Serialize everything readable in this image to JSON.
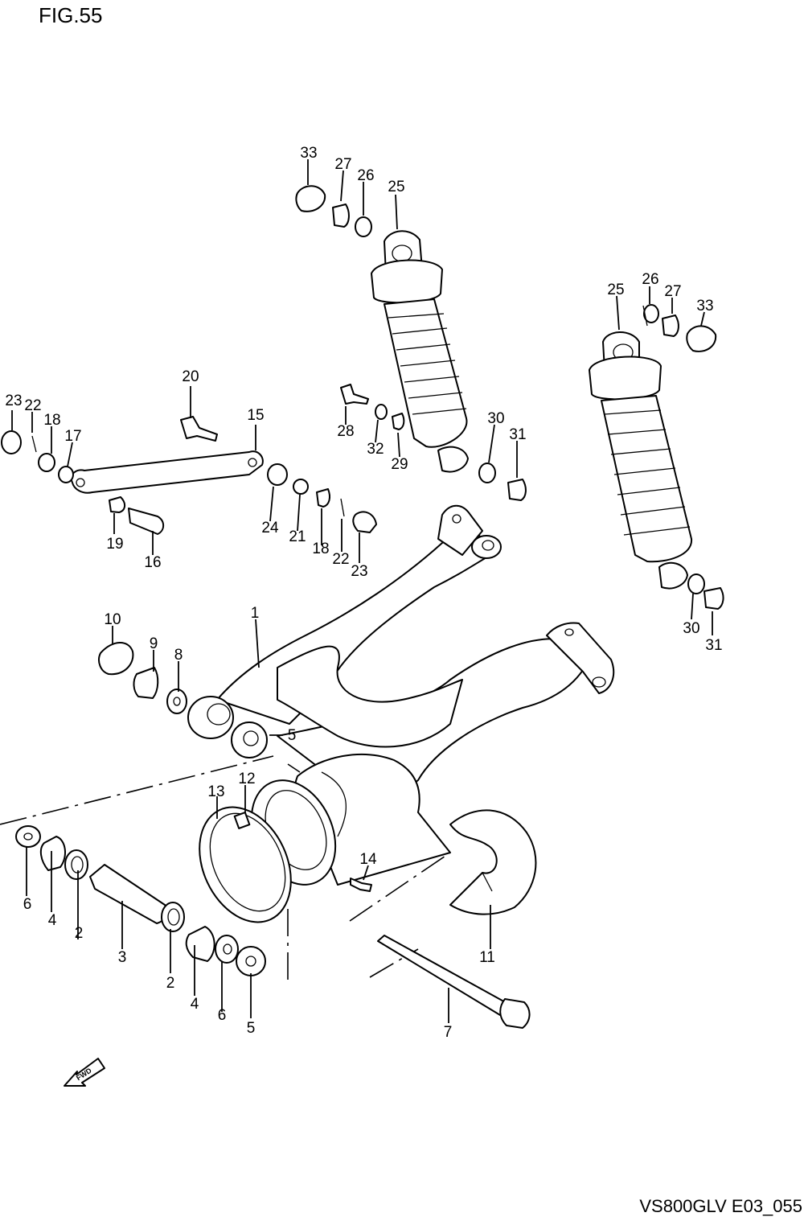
{
  "figure_title": "FIG.55",
  "diagram_code": "VS800GLV E03_055",
  "fwd_arrow": "FWD",
  "callouts": {
    "c1": "1",
    "c2a": "2",
    "c2b": "2",
    "c3": "3",
    "c4a": "4",
    "c4b": "4",
    "c5a": "5",
    "c5b": "5",
    "c6a": "6",
    "c6b": "6",
    "c7": "7",
    "c8": "8",
    "c9": "9",
    "c10": "10",
    "c11": "11",
    "c12": "12",
    "c13": "13",
    "c14": "14",
    "c15": "15",
    "c16": "16",
    "c17": "17",
    "c18a": "18",
    "c18b": "18",
    "c19": "19",
    "c20": "20",
    "c21": "21",
    "c22a": "22",
    "c22b": "22",
    "c23a": "23",
    "c23b": "23",
    "c24": "24",
    "c25a": "25",
    "c25b": "25",
    "c26a": "26",
    "c26b": "26",
    "c27a": "27",
    "c27b": "27",
    "c28": "28",
    "c29": "29",
    "c30a": "30",
    "c30b": "30",
    "c31a": "31",
    "c31b": "31",
    "c32": "32",
    "c33a": "33",
    "c33b": "33"
  }
}
